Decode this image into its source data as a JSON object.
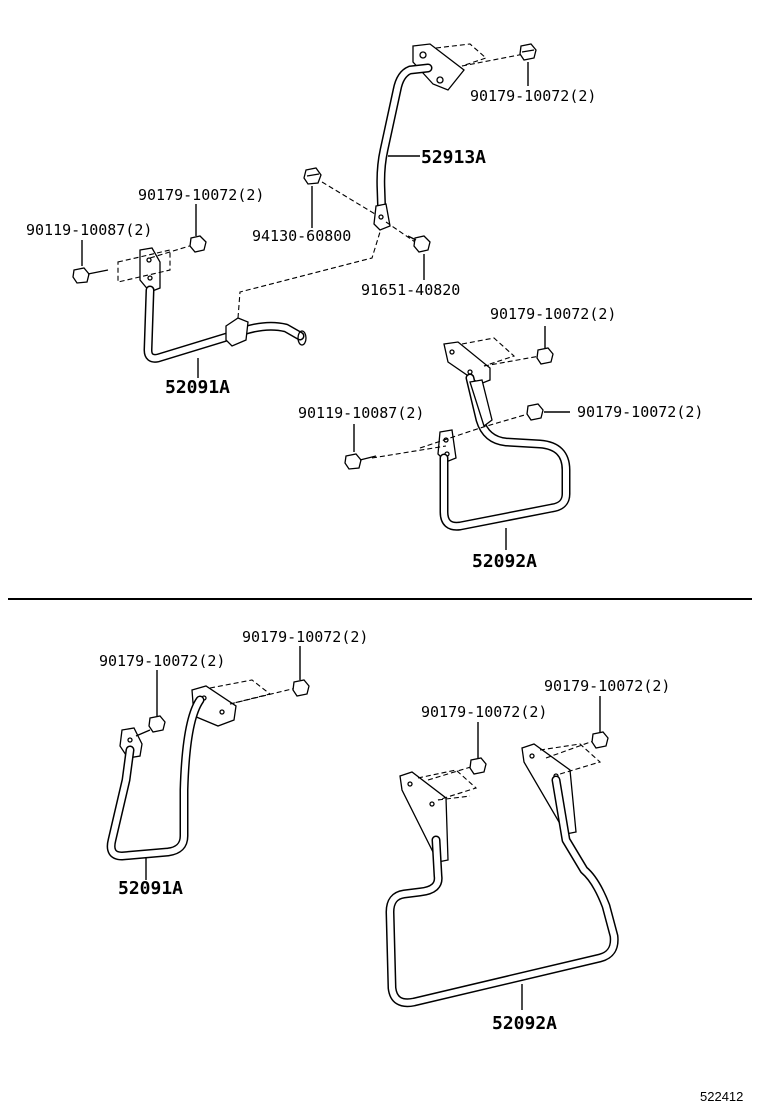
{
  "diagram": {
    "labels": {
      "top_nut_right": "90179-10072(2)",
      "part_52913A": "52913A",
      "top_nut_left": "90179-10072(2)",
      "top_bolt_left": "90119-10087(2)",
      "grommet_94130": "94130-60800",
      "bolt_91651": "91651-40820",
      "part_52091A_top": "52091A",
      "mid_nut_upper": "90179-10072(2)",
      "mid_bolt": "90119-10087(2)",
      "mid_nut_lower": "90179-10072(2)",
      "part_52092A_top": "52092A",
      "bot_left_nut_a": "90179-10072(2)",
      "bot_left_nut_b": "90179-10072(2)",
      "bot_right_nut_a": "90179-10072(2)",
      "bot_right_nut_b": "90179-10072(2)",
      "part_52091A_bottom": "52091A",
      "part_52092A_bottom": "52092A"
    },
    "reference_code": "522412"
  }
}
